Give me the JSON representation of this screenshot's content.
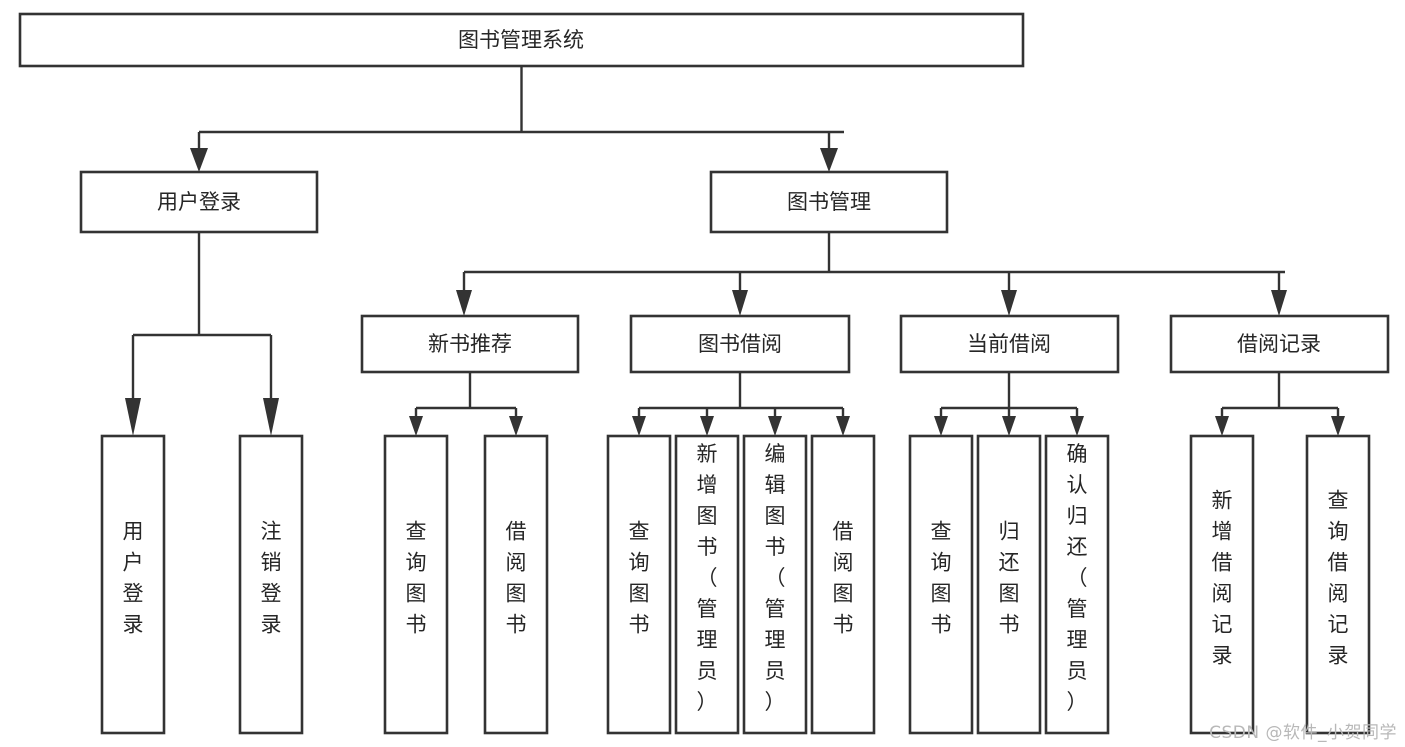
{
  "diagram": {
    "title": "图书管理系统",
    "type": "tree-hierarchy",
    "root": {
      "id": "root",
      "label": "图书管理系统"
    },
    "level2": [
      {
        "id": "user-login",
        "label": "用户登录"
      },
      {
        "id": "book-manage",
        "label": "图书管理"
      }
    ],
    "level3": [
      {
        "id": "new-book-recommend",
        "label": "新书推荐",
        "parent": "book-manage"
      },
      {
        "id": "book-borrow",
        "label": "图书借阅",
        "parent": "book-manage"
      },
      {
        "id": "current-borrow",
        "label": "当前借阅",
        "parent": "book-manage"
      },
      {
        "id": "borrow-record",
        "label": "借阅记录",
        "parent": "book-manage"
      }
    ],
    "leaves": {
      "user-login": [
        {
          "id": "leaf-user-login",
          "label": "用户登录"
        },
        {
          "id": "leaf-logout",
          "label": "注销登录"
        }
      ],
      "new-book-recommend": [
        {
          "id": "leaf-query-book-1",
          "label": "查询图书"
        },
        {
          "id": "leaf-borrow-book-1",
          "label": "借阅图书"
        }
      ],
      "book-borrow": [
        {
          "id": "leaf-query-book-2",
          "label": "查询图书"
        },
        {
          "id": "leaf-add-book",
          "label": "新增图书（管理员）"
        },
        {
          "id": "leaf-edit-book",
          "label": "编辑图书（管理员）"
        },
        {
          "id": "leaf-borrow-book-2",
          "label": "借阅图书"
        }
      ],
      "current-borrow": [
        {
          "id": "leaf-query-book-3",
          "label": "查询图书"
        },
        {
          "id": "leaf-return-book",
          "label": "归还图书"
        },
        {
          "id": "leaf-confirm-return",
          "label": "确认归还（管理员）"
        }
      ],
      "borrow-record": [
        {
          "id": "leaf-add-record",
          "label": "新增借阅记录"
        },
        {
          "id": "leaf-query-record",
          "label": "查询借阅记录"
        }
      ]
    }
  },
  "watermark": {
    "text": "CSDN @软件_小贺同学"
  },
  "colors": {
    "stroke": "#333333",
    "fill": "#ffffff",
    "text": "#262626",
    "watermark": "#b8b8b8"
  }
}
